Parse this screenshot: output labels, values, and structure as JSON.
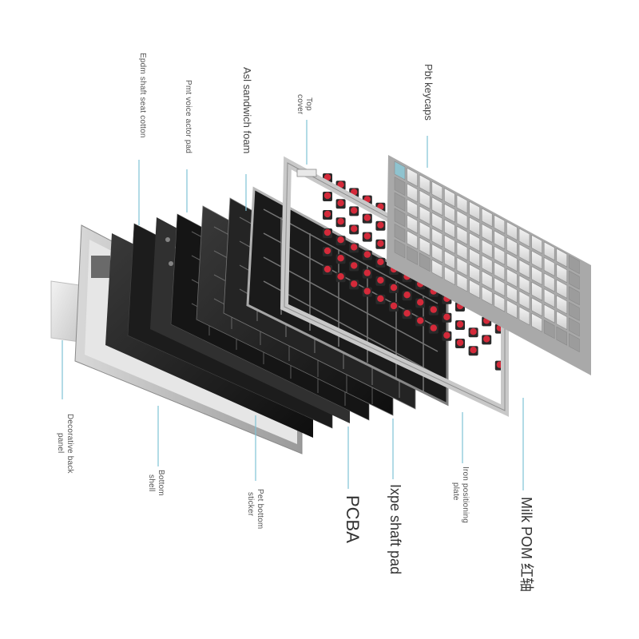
{
  "diagram": {
    "kind": "exploded-view",
    "subject": "mechanical keyboard layers",
    "leader_color": "#7ec3d6"
  },
  "labels": {
    "epdm": "Epdm shaft seat cotton",
    "pmt": "Pmt voice actor pad",
    "asl": "Asl sandwich foam",
    "top_cover_1": "Top",
    "top_cover_2": "cover",
    "pbt": "Pbt keycaps",
    "decorative_1": "Decorative back",
    "decorative_2": "panel",
    "bottom_1": "Bottom",
    "bottom_2": "shell",
    "pet_1": "Pet bottom",
    "pet_2": "sticker",
    "pcba": "PCBA",
    "ixpe": "Ixpe shaft pad",
    "iron_1": "Iron positioning",
    "iron_2": "plate",
    "milk": "Milk POM 红轴"
  }
}
